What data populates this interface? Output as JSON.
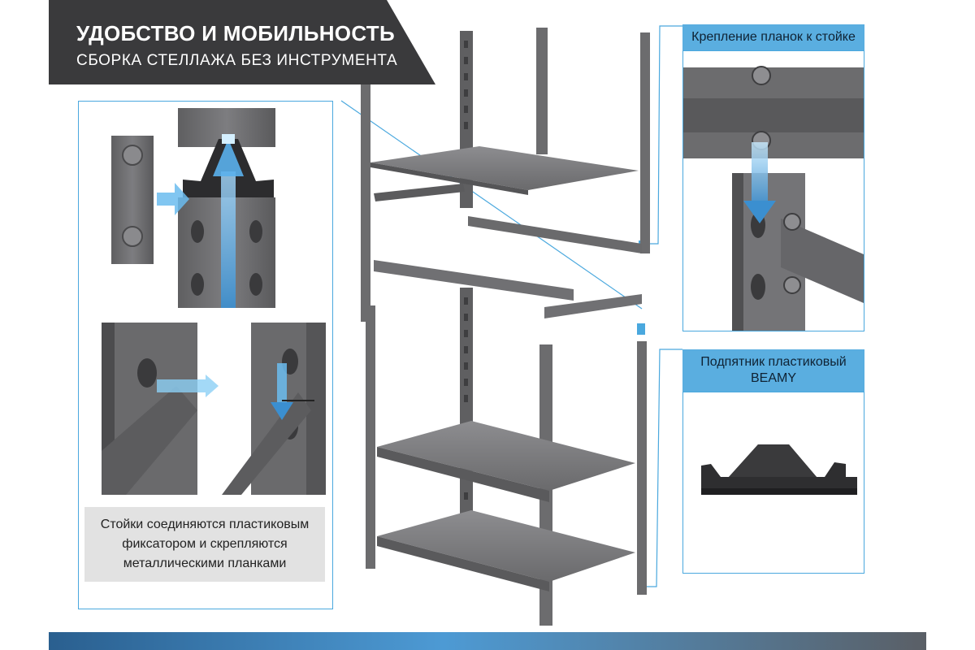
{
  "banner": {
    "title": "УДОБСТВО И МОБИЛЬНОСТЬ",
    "subtitle": "СБОРКА СТЕЛЛАЖА БЕЗ ИНСТРУМЕНТА"
  },
  "callouts": {
    "mounting": "Крепление планок к стойке",
    "foot_line1": "Подпятник пластиковый",
    "foot_line2": "BEAMY"
  },
  "caption": {
    "line1": "Стойки соединяются пластиковым",
    "line2": "фиксатором и скрепляются",
    "line3": "металлическими планками"
  },
  "colors": {
    "banner_bg": "#3a3a3c",
    "accent_blue": "#4aa8de",
    "metal": "#6e6e70"
  }
}
